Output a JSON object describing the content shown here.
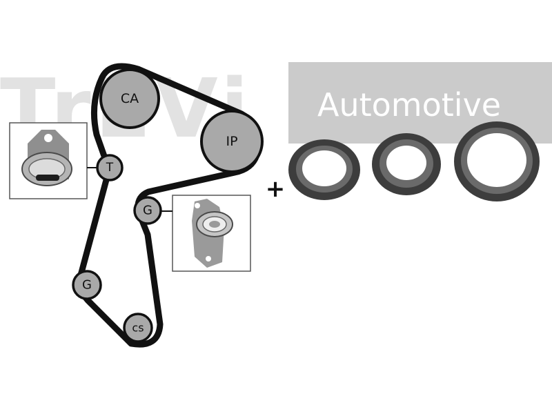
{
  "brand": {
    "logo_text": "TrEVi",
    "tagline": "Automotive"
  },
  "pulleys": [
    {
      "id": "ca",
      "label": "CA"
    },
    {
      "id": "ip",
      "label": "IP"
    },
    {
      "id": "t",
      "label": "T"
    },
    {
      "id": "g-upper",
      "label": "G"
    },
    {
      "id": "g-lower",
      "label": "G"
    },
    {
      "id": "cs",
      "label": "cs"
    }
  ],
  "kit": {
    "plus_sign": "+",
    "seal_count": 3
  },
  "colors": {
    "belt": "#111111",
    "pulley_fill": "#a9a9a9",
    "seal_outer": "#3d3d3d",
    "seal_inner": "#6a6a6a",
    "banner": "#cbcbcb",
    "watermark": "#e2e2e2"
  }
}
